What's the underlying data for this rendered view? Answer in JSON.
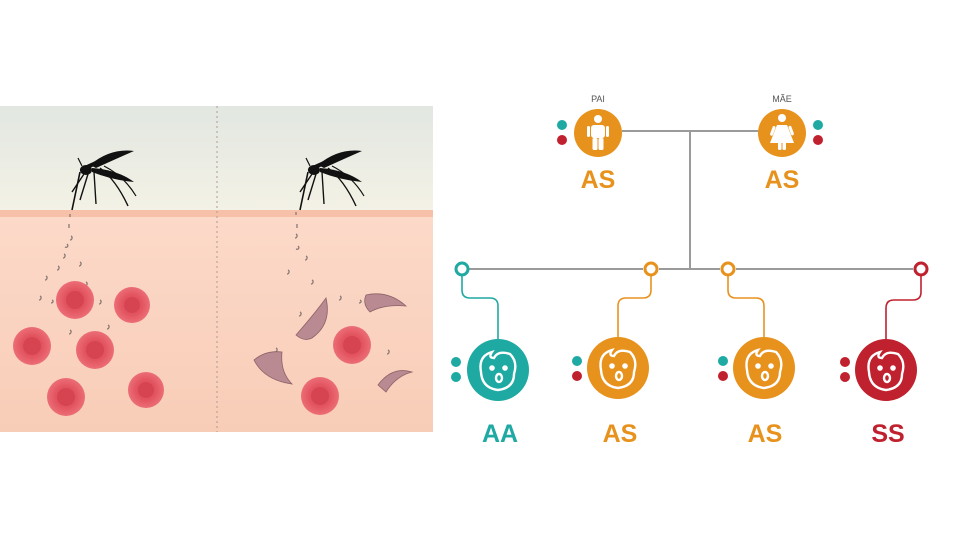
{
  "parents": [
    {
      "label": "PAI",
      "genotype": "AS",
      "color": "#e8921e",
      "icon": "man-icon"
    },
    {
      "label": "MÃE",
      "genotype": "AS",
      "color": "#e8921e",
      "icon": "woman-icon"
    }
  ],
  "children": [
    {
      "genotype": "AA",
      "color": "#1fa9a3",
      "icon": "baby-face-icon"
    },
    {
      "genotype": "AS",
      "color": "#e8921e",
      "icon": "baby-face-icon"
    },
    {
      "genotype": "AS",
      "color": "#e8921e",
      "icon": "baby-face-icon"
    },
    {
      "genotype": "SS",
      "color": "#c0212e",
      "icon": "baby-face-icon"
    }
  ],
  "colors": {
    "allele_A": "#1fa9a3",
    "allele_S": "#c0212e",
    "line": "#9a9a9a",
    "sky": "#e3e7e0",
    "skin": "#fbd5c4",
    "red_cell": "#e65a66",
    "sickle_cell": "#b8888f",
    "mosquito": "#111111"
  }
}
